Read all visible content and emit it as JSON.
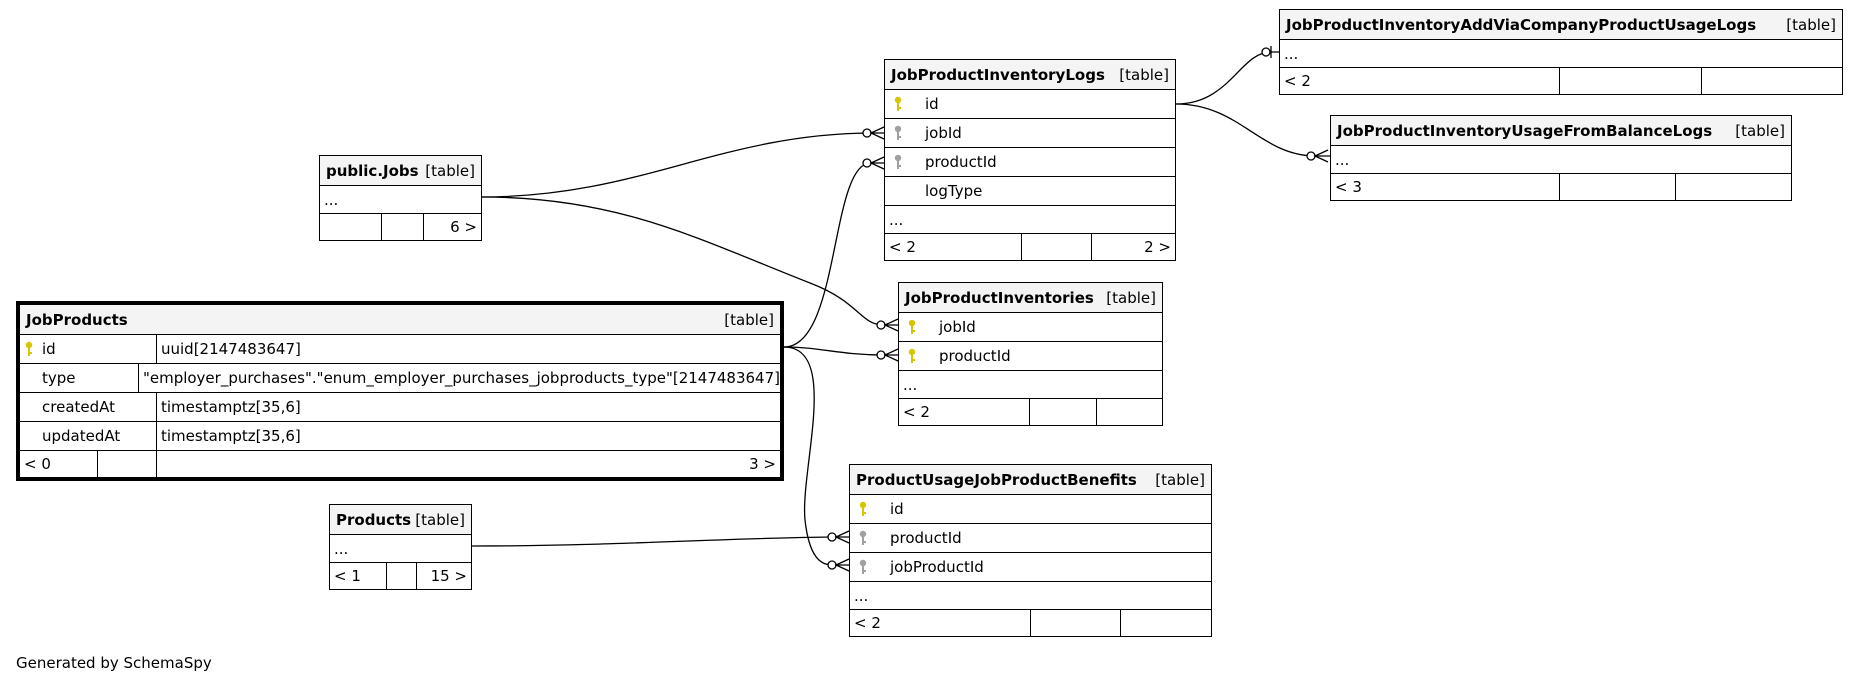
{
  "tables": {
    "jobs": {
      "name": "public.Jobs",
      "tag": "[table]",
      "ellipsis": "...",
      "foot": [
        "",
        "",
        "6 >"
      ]
    },
    "inventory_logs": {
      "name": "JobProductInventoryLogs",
      "tag": "[table]",
      "columns": [
        "id",
        "jobId",
        "productId",
        "logType"
      ],
      "ellipsis": "...",
      "foot": [
        "< 2",
        "",
        "2 >"
      ]
    },
    "add_via_company": {
      "name": "JobProductInventoryAddViaCompanyProductUsageLogs",
      "tag": "[table]",
      "ellipsis": "...",
      "foot": [
        "< 2",
        "",
        ""
      ]
    },
    "usage_from_balance": {
      "name": "JobProductInventoryUsageFromBalanceLogs",
      "tag": "[table]",
      "ellipsis": "...",
      "foot": [
        "< 3",
        "",
        ""
      ]
    },
    "inventories": {
      "name": "JobProductInventories",
      "tag": "[table]",
      "columns": [
        "jobId",
        "productId"
      ],
      "ellipsis": "...",
      "foot": [
        "< 2",
        "",
        ""
      ]
    },
    "job_products": {
      "name": "JobProducts",
      "tag": "[table]",
      "columns": [
        {
          "name": "id",
          "type": "uuid[2147483647]"
        },
        {
          "name": "type",
          "type": "\"employer_purchases\".\"enum_employer_purchases_jobproducts_type\"[2147483647]"
        },
        {
          "name": "createdAt",
          "type": "timestamptz[35,6]"
        },
        {
          "name": "updatedAt",
          "type": "timestamptz[35,6]"
        }
      ],
      "foot": [
        "< 0",
        "",
        "3 >"
      ]
    },
    "products": {
      "name": "Products",
      "tag": "[table]",
      "ellipsis": "...",
      "foot": [
        "< 1",
        "",
        "15 >"
      ]
    },
    "benefits": {
      "name": "ProductUsageJobProductBenefits",
      "tag": "[table]",
      "columns": [
        "id",
        "productId",
        "jobProductId"
      ],
      "ellipsis": "...",
      "foot": [
        "< 2",
        "",
        ""
      ]
    }
  },
  "footer": "Generated by SchemaSpy",
  "colors": {
    "primary_key": "#d8c400",
    "foreign_key": "#a0a0a0",
    "header_bg": "#f4f4f4"
  }
}
